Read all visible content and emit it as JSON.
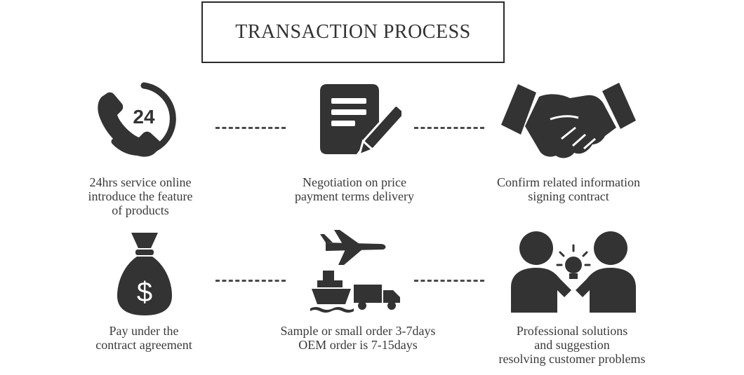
{
  "title": "TRANSACTION PROCESS",
  "steps": [
    {
      "icon": "phone-24-icon",
      "lines": [
        "24hrs service online",
        "introduce the feature",
        "of products"
      ]
    },
    {
      "icon": "document-pen-icon",
      "lines": [
        "Negotiation on price",
        "payment terms delivery"
      ]
    },
    {
      "icon": "handshake-icon",
      "lines": [
        "Confirm related information",
        "signing contract"
      ]
    },
    {
      "icon": "money-bag-icon",
      "lines": [
        "Pay under the",
        "contract agreement"
      ]
    },
    {
      "icon": "shipping-icon",
      "lines": [
        "Sample or small order 3-7days",
        "OEM order is 7-15days"
      ]
    },
    {
      "icon": "people-idea-icon",
      "lines": [
        "Professional solutions",
        "and suggestion",
        "resolving customer problems"
      ]
    }
  ],
  "phone_badge": "24",
  "dollar_glyph": "$",
  "colors": {
    "icon": "#333333",
    "text": "#3a3a3a",
    "border": "#2b2b2b"
  }
}
